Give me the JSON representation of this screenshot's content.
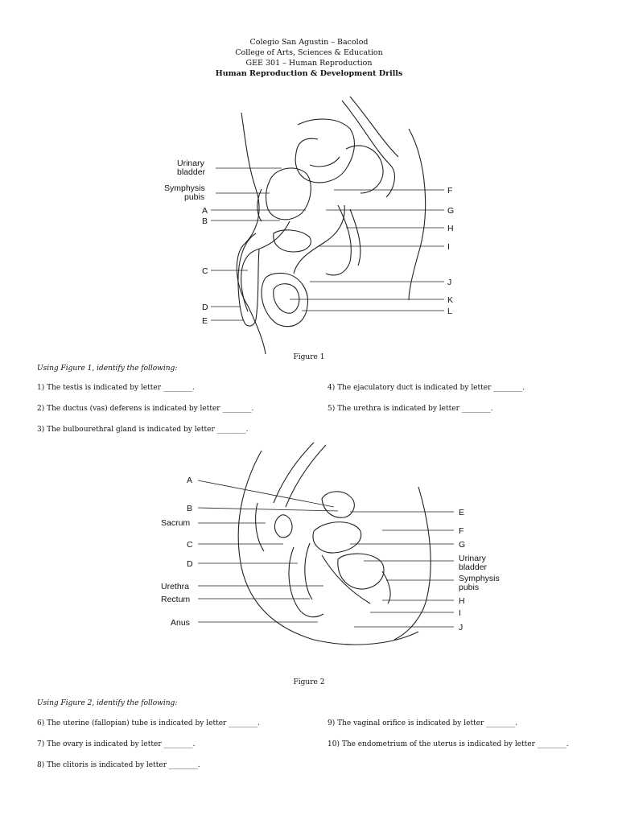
{
  "header": {
    "line1": "Colegio San Agustin – Bacolod",
    "line2": "College of Arts, Sciences & Education",
    "line3": "GEE 301 – Human Reproduction",
    "title": "Human Reproduction & Development Drills"
  },
  "figure1": {
    "caption": "Figure 1",
    "left_labels": {
      "urinary1": "Urinary",
      "urinary2": "bladder",
      "symph1": "Symphysis",
      "symph2": "pubis",
      "a": "A",
      "b": "B",
      "c": "C",
      "d": "D",
      "e": "E"
    },
    "right_labels": {
      "f": "F",
      "g": "G",
      "h": "H",
      "i": "I",
      "j": "J",
      "k": "K",
      "l": "L"
    },
    "instruction": "Using Figure 1, identify the following:",
    "questions": [
      "1) The testis is indicated by letter ________.",
      "2) The ductus (vas) deferens is indicated by letter ________.",
      "3) The bulbourethral gland is indicated by letter ________.",
      "4) The ejaculatory duct is indicated by letter ________.",
      "5) The urethra is indicated by letter ________."
    ]
  },
  "figure2": {
    "caption": "Figure 2",
    "left_labels": {
      "a": "A",
      "b": "B",
      "sacrum": "Sacrum",
      "c": "C",
      "d": "D",
      "urethra": "Urethra",
      "rectum": "Rectum",
      "anus": "Anus"
    },
    "right_labels": {
      "e": "E",
      "f": "F",
      "g": "G",
      "urinary1": "Urinary",
      "urinary2": "bladder",
      "symph1": "Symphysis",
      "symph2": "pubis",
      "h": "H",
      "i": "I",
      "j": "J"
    },
    "instruction": "Using Figure 2, identify the following:",
    "questions": [
      "6) The uterine (fallopian) tube is indicated by letter ________.",
      "7) The ovary is indicated by letter ________.",
      "8) The clitoris is indicated by letter ________.",
      "9) The vaginal orifice is indicated by letter ________.",
      "10) The endometrium of the uterus is indicated by letter ________."
    ]
  }
}
